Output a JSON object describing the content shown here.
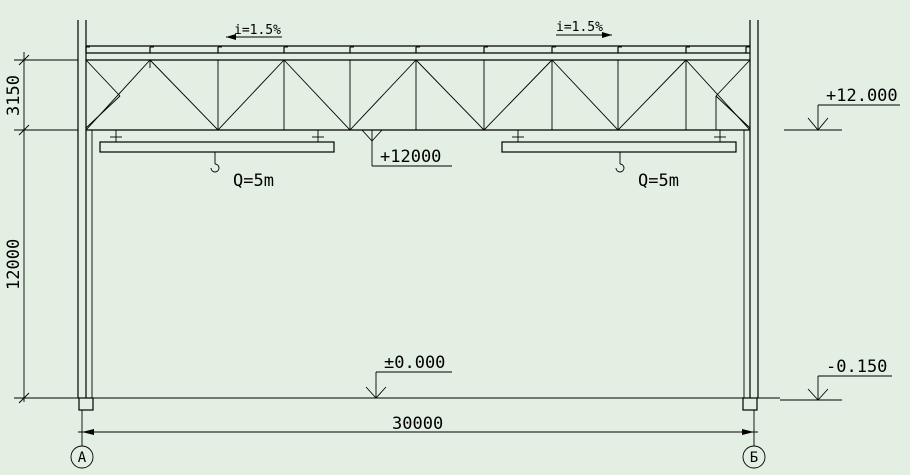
{
  "slope_left": "i=1.5%",
  "slope_right": "i=1.5%",
  "dim_truss_height": "3150",
  "dim_column_height": "12000",
  "dim_span": "30000",
  "level_truss_bottom": "+12000",
  "level_right_top": "+12.000",
  "level_floor": "±0.000",
  "level_ground": "-0.150",
  "crane_left_capacity": "Q=5m",
  "crane_right_capacity": "Q=5m",
  "axis_left": "А",
  "axis_right": "Б",
  "colors": {
    "background": "#e3efe3",
    "line": "#000000"
  }
}
